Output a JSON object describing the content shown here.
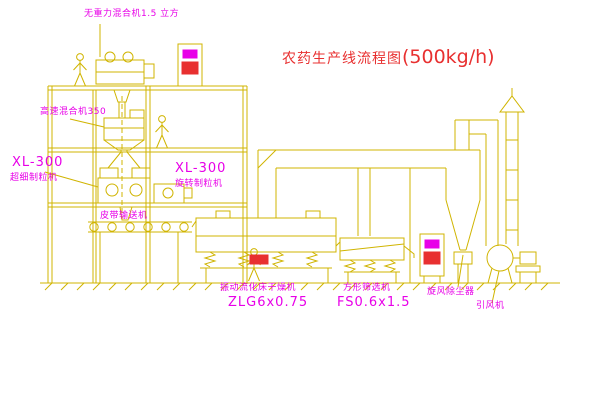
{
  "title": {
    "text": "农药生产线流程图",
    "capacity": "(500kg/h)"
  },
  "labels": {
    "top_mixer": "无重力混合机1.5 立方",
    "high_speed_mixer": "高速混合机350",
    "left_granulator_model": "XL-300",
    "left_granulator_name": "超细制粒机",
    "right_granulator_model": "XL-300",
    "right_granulator_name": "旋转制粒机",
    "belt_conveyor": "皮带输送机",
    "dryer_name": "振动流化床干燥机",
    "dryer_model": "ZLG6x0.75",
    "sieve_name": "方形筛选机",
    "sieve_model": "FS0.6x1.5",
    "cyclone": "旋风除尘器",
    "fan": "引风机"
  },
  "colors": {
    "line": "#d0b400",
    "label": "#e800e8",
    "title": "#e83030",
    "accent_red": "#e83030",
    "background": "#ffffff"
  }
}
